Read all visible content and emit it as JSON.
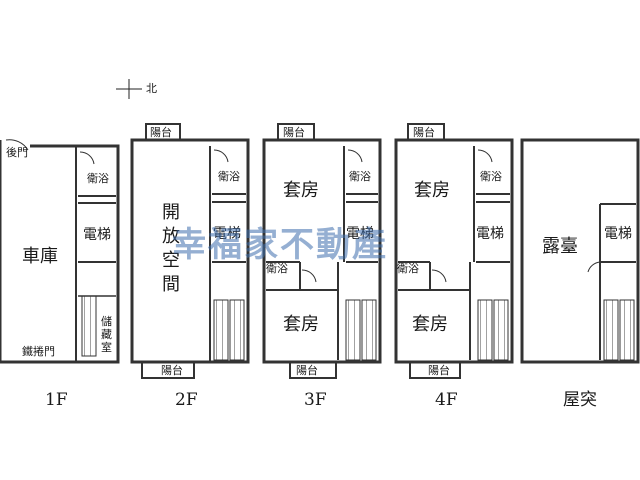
{
  "compass": {
    "label": "北",
    "icon": "north-arrow-icon"
  },
  "watermark": {
    "text": "幸福家不動產",
    "color": "#3f6fae"
  },
  "floors": {
    "f1": {
      "name": "1F",
      "garage": "車庫",
      "back_door": "後門",
      "bath": "衛浴",
      "elevator": "電梯",
      "storage_1": "儲",
      "storage_2": "藏",
      "storage_3": "室",
      "shutter": "鐵捲門"
    },
    "f2": {
      "name": "2F",
      "balcony_top": "陽台",
      "open_1": "開",
      "open_2": "放",
      "open_3": "空",
      "open_4": "間",
      "bath": "衛浴",
      "elevator": "電梯",
      "balcony_bottom": "陽台"
    },
    "f3": {
      "name": "3F",
      "balcony_top": "陽台",
      "suite_top": "套房",
      "bath_top": "衛浴",
      "elevator": "電梯",
      "bath_mid": "衛浴",
      "suite_bottom": "套房",
      "balcony_bottom": "陽台"
    },
    "f4": {
      "name": "4F",
      "balcony_top": "陽台",
      "suite_top": "套房",
      "bath_top": "衛浴",
      "elevator": "電梯",
      "bath_mid": "衛浴",
      "suite_bottom": "套房",
      "balcony_bottom": "陽台"
    },
    "roof": {
      "name": "屋突",
      "terrace": "露臺",
      "elevator": "電梯"
    }
  }
}
